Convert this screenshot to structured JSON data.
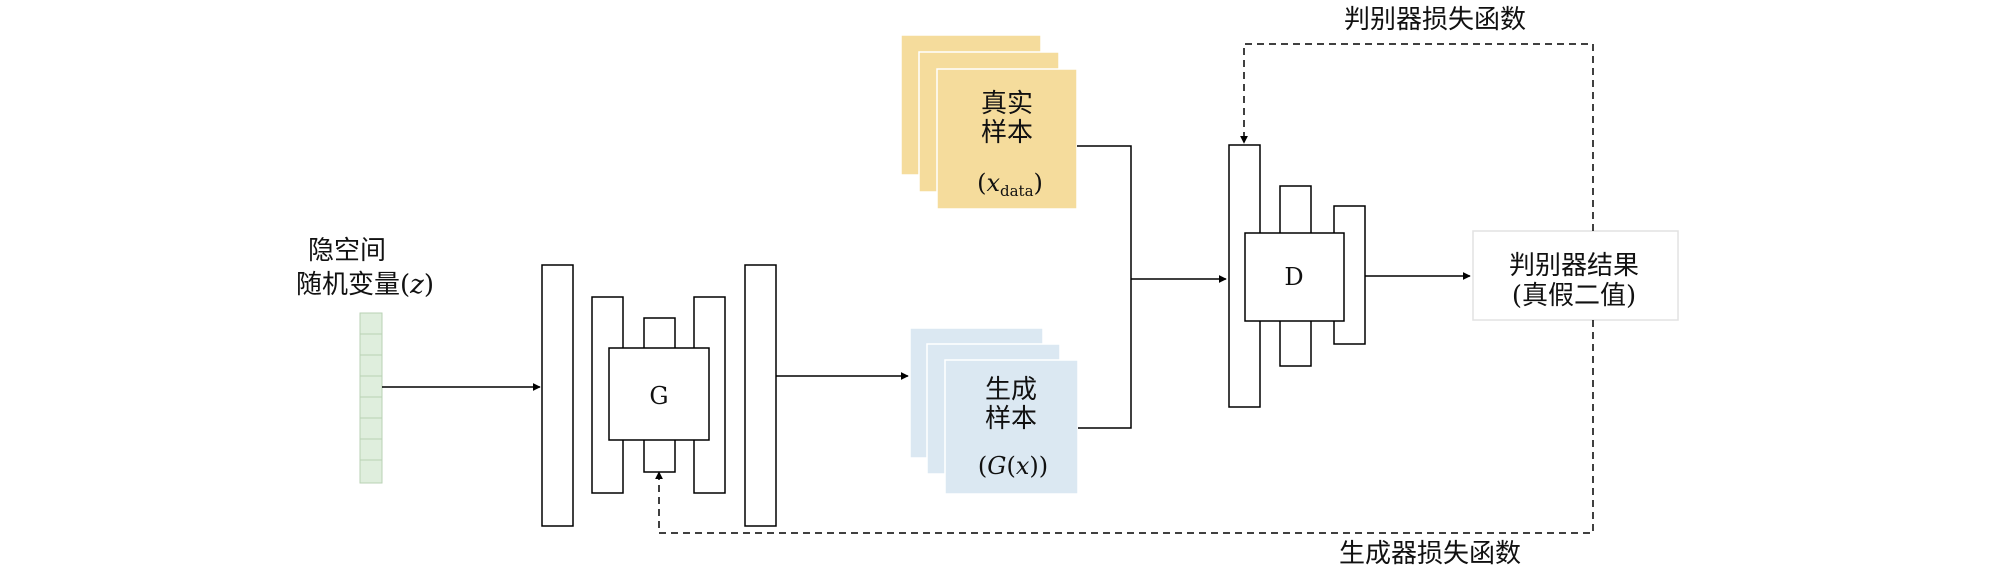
{
  "latent": {
    "line1": "隐空间",
    "line2": "随机变量(",
    "var": "z",
    "close": ")"
  },
  "generator": {
    "label": "G"
  },
  "real_samples": {
    "line1": "真实",
    "line2": "样本",
    "open": "(",
    "var": "x",
    "sub": "data",
    "close": ")"
  },
  "generated_samples": {
    "line1": "生成",
    "line2": "样本",
    "open": "(",
    "fn": "G",
    "inner_open": "(",
    "var": "x",
    "inner_close": ")",
    "close": ")"
  },
  "discriminator": {
    "label": "D"
  },
  "result": {
    "line1": "判别器结果",
    "line2": "(真假二值)"
  },
  "losses": {
    "discriminator": "判别器损失函数",
    "generator": "生成器损失函数"
  },
  "colors": {
    "real_fill": "#f5dc9c",
    "generated_fill": "#dbe8f2",
    "latent_fill": "#dfeedd",
    "latent_stroke": "#b9d2b4",
    "result_border": "#e2e2e2"
  }
}
